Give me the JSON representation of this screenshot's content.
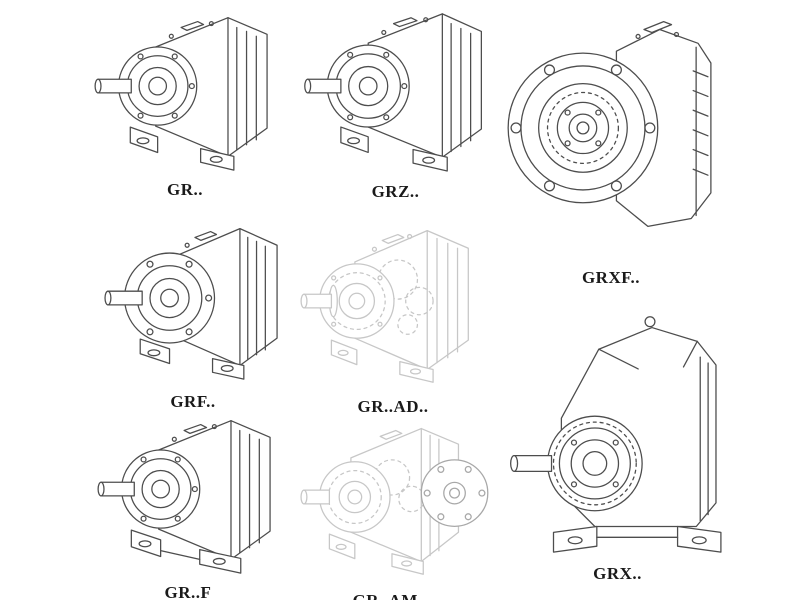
{
  "page": {
    "background_color": "#ffffff",
    "drawing_stroke_color": "#4d4d4d",
    "ghost_stroke_color": "#c7c7c7",
    "label_color": "#1a1a1a"
  },
  "figures": [
    {
      "name": "GR",
      "label": "GR..",
      "style": "solid"
    },
    {
      "name": "GRZ",
      "label": "GRZ..",
      "style": "solid"
    },
    {
      "name": "GRXF",
      "label": "GRXF..",
      "style": "solid"
    },
    {
      "name": "GRF",
      "label": "GRF..",
      "style": "solid"
    },
    {
      "name": "GR..AD",
      "label": "GR..AD..",
      "style": "ghost"
    },
    {
      "name": "GR..F",
      "label": "GR..F",
      "style": "solid"
    },
    {
      "name": "GR..AM",
      "label": "GR..AM..",
      "style": "ghost"
    },
    {
      "name": "GRX",
      "label": "GRX..",
      "style": "solid"
    }
  ]
}
